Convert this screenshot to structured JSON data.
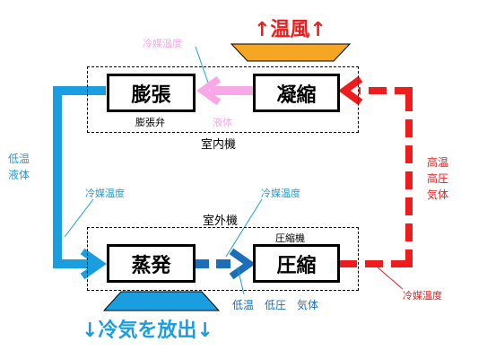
{
  "title_top": "↑温風↑",
  "title_bottom": "↓冷気を放出↓",
  "boxes": {
    "expansion": "膨張",
    "condensation": "凝縮",
    "evaporation": "蒸発",
    "compression": "圧縮"
  },
  "regions": {
    "indoor": "室内機",
    "outdoor": "室外機"
  },
  "labels": {
    "expansion_valve": "膨張弁",
    "liquid": "液体",
    "compressor": "圧縮機",
    "refrigerant_temp": "冷媒温度",
    "low_liquid_line1": "低温",
    "low_liquid_line2": "液体",
    "high_gas_line1": "高温",
    "high_gas_line2": "高圧",
    "high_gas_line3": "気体",
    "low_pressure_gas": "低温　低圧　気体"
  },
  "colors": {
    "blue": "#1a9ee0",
    "dark_blue": "#1d6eb8",
    "red": "#ee1c1c",
    "pink": "#f7a8e6",
    "orange": "#f5a623"
  }
}
